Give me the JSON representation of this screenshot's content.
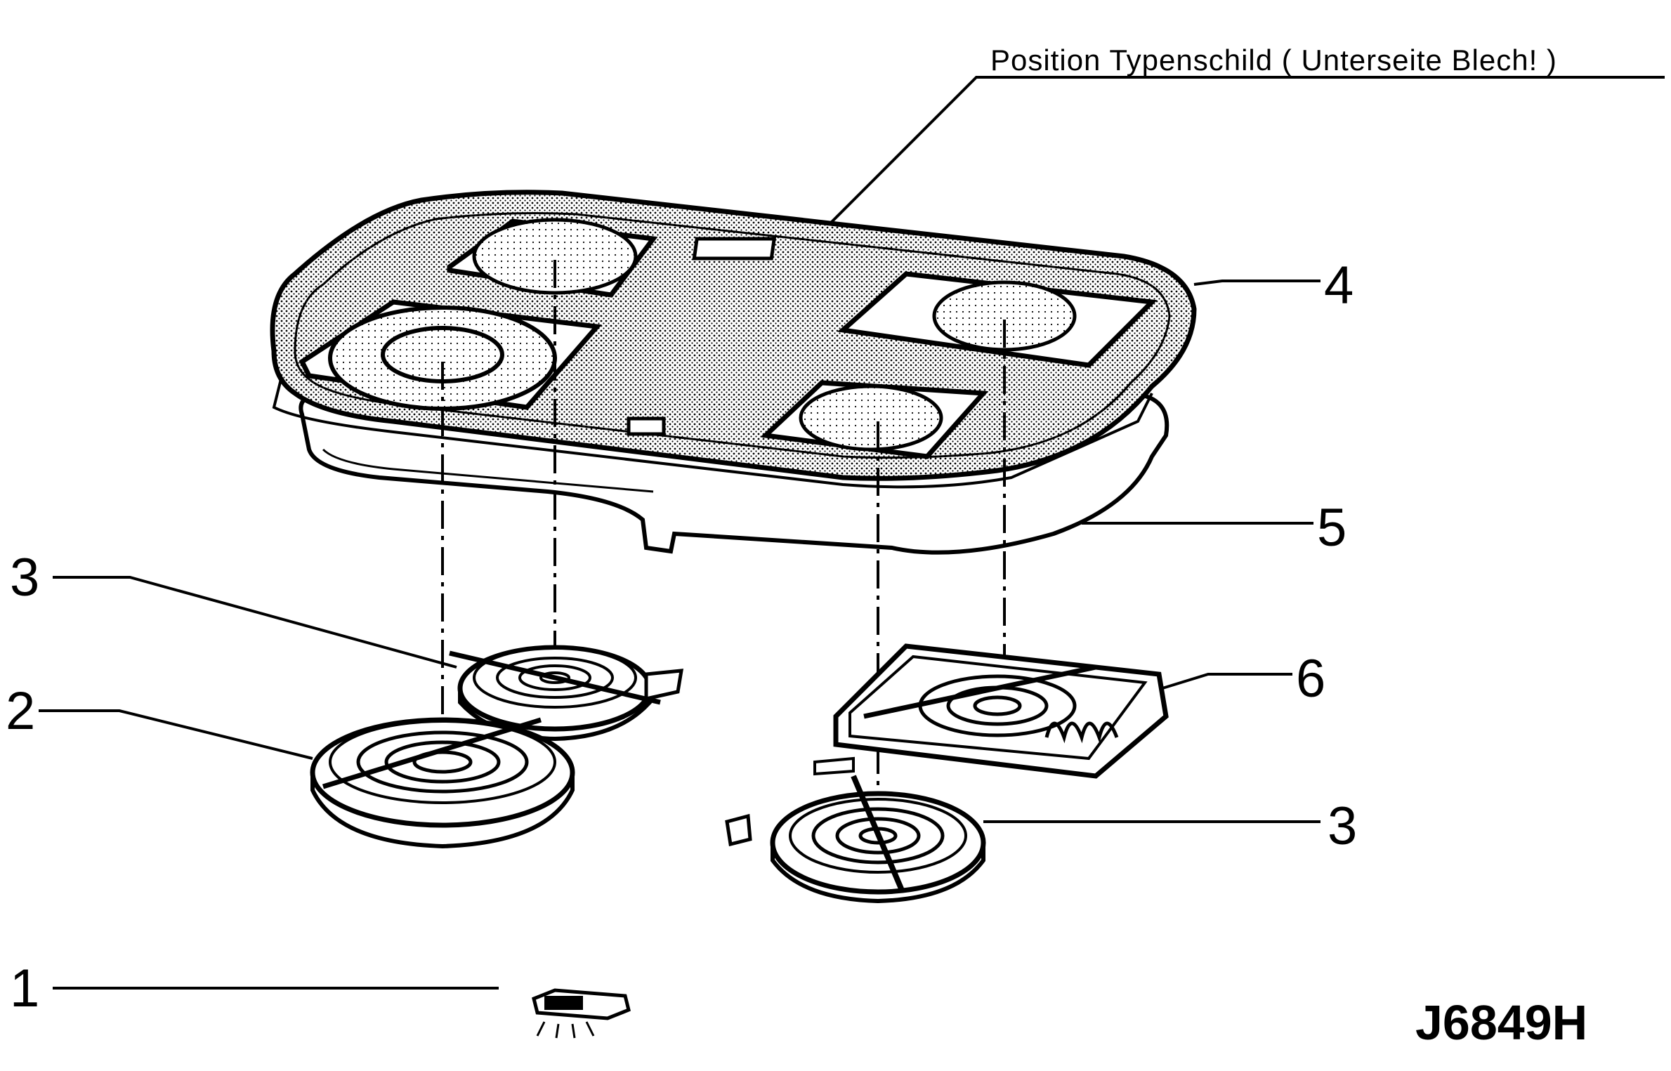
{
  "caption": "Position Typenschild ( Unterseite Blech! )",
  "drawing_code": "J6849H",
  "callouts": {
    "c1": "1",
    "c2": "2",
    "c3_left": "3",
    "c3_right": "3",
    "c4": "4",
    "c5": "5",
    "c6": "6"
  },
  "colors": {
    "ink": "#000000",
    "paper": "#ffffff"
  }
}
